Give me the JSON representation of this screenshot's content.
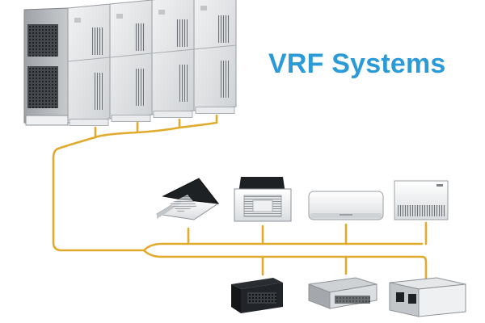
{
  "title": "VRF Systems",
  "colors": {
    "title": "#2b9ad6",
    "pipe": "#e0aa2c",
    "unit_body": "#dfe0e2",
    "unit_edge": "#9a9ea3",
    "louver_dark": "#2c2f33"
  },
  "outdoor_units": [
    {
      "name": "outdoor-module-1"
    },
    {
      "name": "outdoor-module-2"
    },
    {
      "name": "outdoor-module-3"
    },
    {
      "name": "outdoor-module-4"
    }
  ],
  "indoor_units": {
    "upper_row": [
      {
        "name": "one-way-cassette-unit"
      },
      {
        "name": "four-way-cassette-unit"
      },
      {
        "name": "wall-mounted-unit"
      },
      {
        "name": "ceiling-floor-unit"
      }
    ],
    "lower_row": [
      {
        "name": "slim-duct-unit"
      },
      {
        "name": "medium-static-duct-unit"
      },
      {
        "name": "high-static-duct-unit"
      }
    ]
  }
}
